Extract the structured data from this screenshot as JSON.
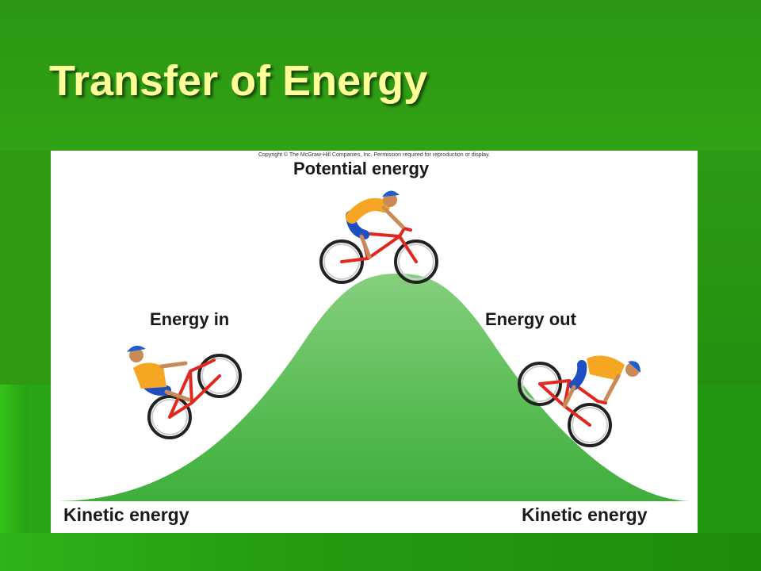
{
  "slide": {
    "title": "Transfer of Energy"
  },
  "figure": {
    "copyright": "Copyright © The McGraw-Hill Companies, Inc. Permission required for reproduction or display.",
    "labels": {
      "potential": "Potential energy",
      "energy_in": "Energy in",
      "energy_out": "Energy out",
      "kinetic_left": "Kinetic energy",
      "kinetic_right": "Kinetic energy"
    }
  },
  "colors": {
    "background": "#2f9a12",
    "title": "#ffff99",
    "hill": "#5cbf5c",
    "bike_frame": "#e0281e",
    "jersey": "#f5a623",
    "shorts": "#1e4fc2",
    "helmet": "#1e5fd0"
  }
}
